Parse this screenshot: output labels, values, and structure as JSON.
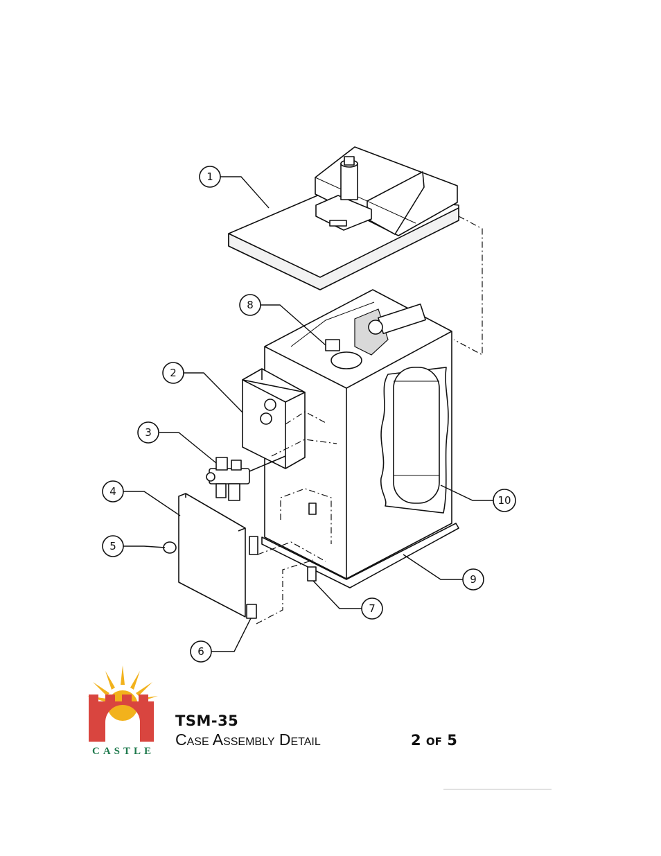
{
  "callouts": [
    "1",
    "2",
    "3",
    "4",
    "5",
    "6",
    "7",
    "8",
    "9",
    "10"
  ],
  "title": {
    "model": "TSM-35",
    "subtitle": "Case Assembly Detail",
    "page": "2 of 5"
  },
  "logo": {
    "word": "CASTLE",
    "colors": {
      "sun": "#f2b21c",
      "tower": "#d9453f",
      "word": "#1f7a4d"
    }
  }
}
